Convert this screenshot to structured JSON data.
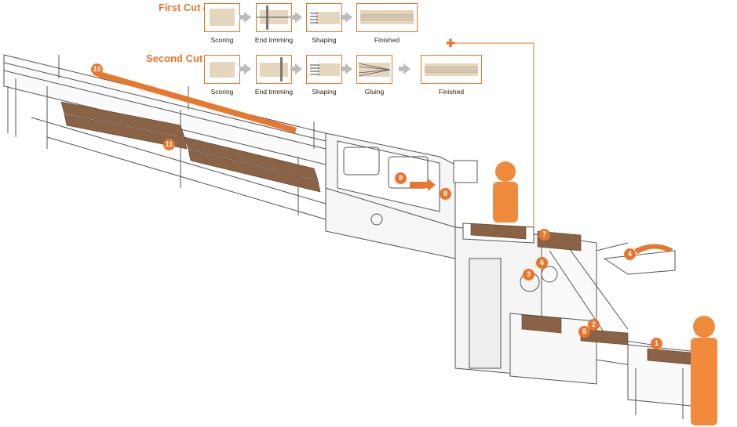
{
  "first_cut": {
    "title": "First Cut",
    "steps": [
      "Scoring",
      "End trmming",
      "Shaping",
      "Finished"
    ]
  },
  "second_cut": {
    "title": "Second Cut",
    "steps": [
      "Scoring",
      "End trmming",
      "Shaping",
      "Gluing",
      "Finished"
    ]
  },
  "step_markers": [
    "1",
    "2",
    "3",
    "4",
    "5",
    "6",
    "7",
    "8",
    "9",
    "10",
    "11"
  ],
  "colors": {
    "accent": "#e8762c",
    "line": "#555555",
    "arrow_gray": "#bbbbbb",
    "wood": "#8a6347"
  }
}
